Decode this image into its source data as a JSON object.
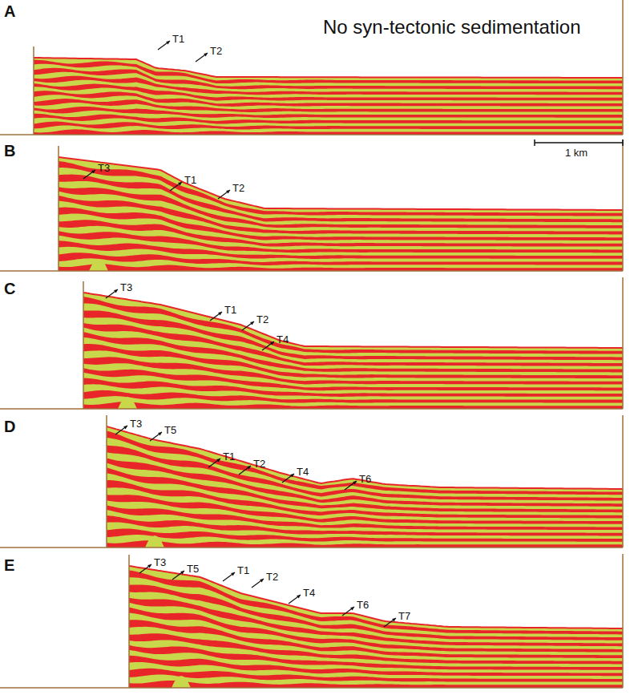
{
  "diagram": {
    "labels": [
      "A",
      "No syn-tectonic sedimentation",
      "T1",
      "T2",
      "1 km",
      "B",
      "T3",
      "T1",
      "T2",
      "C",
      "T3",
      "T1",
      "T2",
      "T4",
      "D",
      "T3",
      "T5",
      "T1",
      "T2",
      "T4",
      "T6",
      "E",
      "T3",
      "T5",
      "T1",
      "T2",
      "T4",
      "T6",
      "T7"
    ]
  }
}
